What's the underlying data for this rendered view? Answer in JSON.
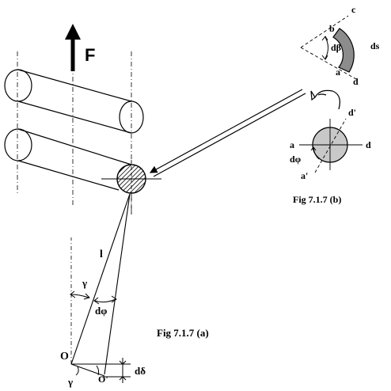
{
  "force_label": "F",
  "caption_a": "Fig   7.1.7 (a)",
  "caption_b": "Fig 7.1.7 (b)",
  "lower_labels": {
    "length": "l",
    "gamma_top": "γ",
    "dphi": "dφ",
    "origin": "O",
    "gamma_bottom": "γ",
    "o_prime": "O'",
    "ddelta": "dδ"
  },
  "wedge_labels": {
    "b": "b",
    "c": "c",
    "dbeta": "dβ",
    "ds": "ds",
    "a": "a",
    "d": "d"
  },
  "cross_section_labels": {
    "d_prime": "d'",
    "a": "a",
    "d": "d",
    "dphi": "dφ",
    "a_prime": "a'"
  },
  "colors": {
    "stroke": "#000000",
    "wedge_fill": "#8c8c8c",
    "section_fill": "#c8c8c8"
  }
}
